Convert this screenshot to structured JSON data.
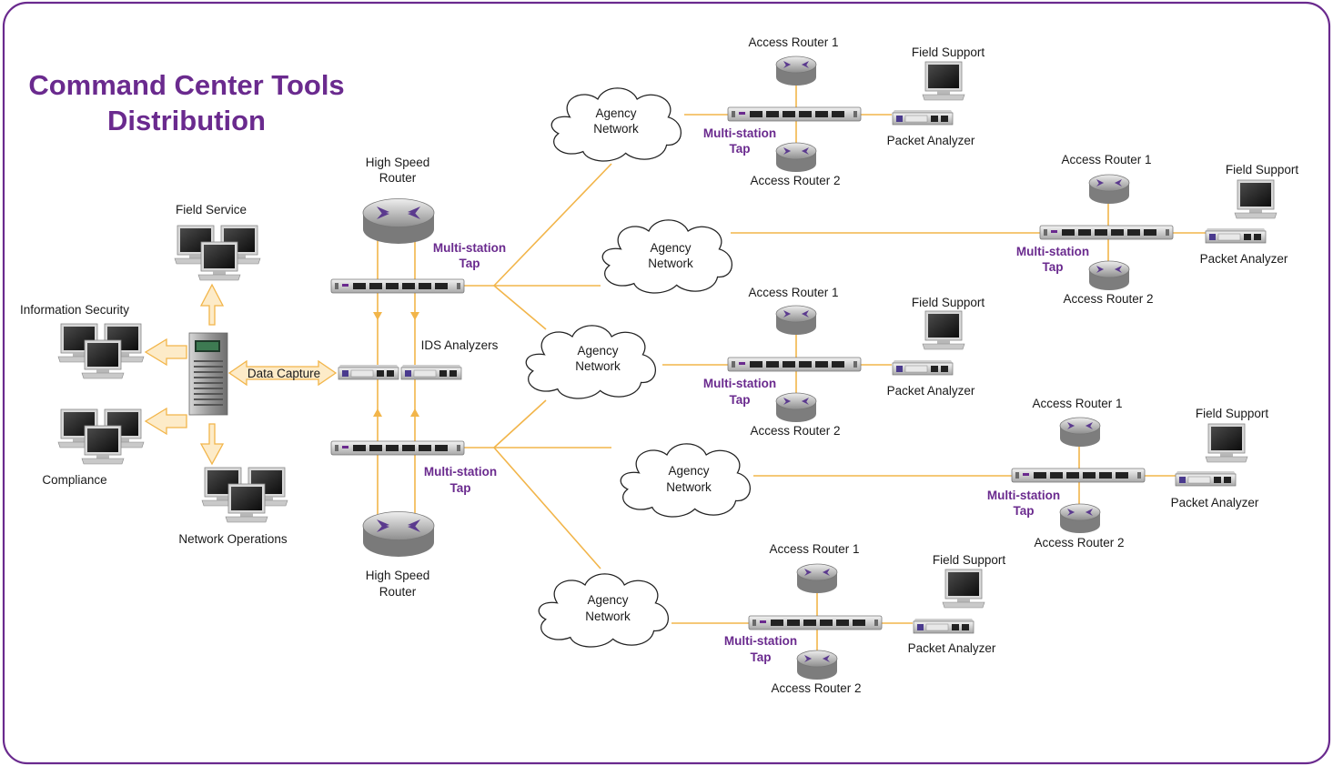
{
  "title": {
    "line1": "Command Center Tools",
    "line2": "Distribution"
  },
  "colors": {
    "border": "#6a2a8e",
    "accent_text": "#6a2a8e",
    "link": "#f2b54a",
    "arrow_fill": "#fdebc8"
  },
  "center": {
    "field_service": "Field Service",
    "information_security": "Information Security",
    "compliance": "Compliance",
    "network_operations": "Network Operations",
    "data_capture": "Data Capture"
  },
  "core": {
    "router_top": [
      "High Speed",
      "Router"
    ],
    "router_bottom": [
      "High Speed",
      "Router"
    ],
    "tap_top": [
      "Multi-station",
      "Tap"
    ],
    "tap_bottom": [
      "Multi-station",
      "Tap"
    ],
    "ids": "IDS Analyzers"
  },
  "agencies": [
    {
      "network": [
        "Agency",
        "Network"
      ],
      "router1": "Access Router 1",
      "router2": "Access Router 2",
      "tap": [
        "Multi-station",
        "Tap"
      ],
      "support": "Field Support",
      "analyzer": "Packet Analyzer"
    },
    {
      "network": [
        "Agency",
        "Network"
      ],
      "router1": "Access Router 1",
      "router2": "Access Router 2",
      "tap": [
        "Multi-station",
        "Tap"
      ],
      "support": "Field Support",
      "analyzer": "Packet Analyzer"
    },
    {
      "network": [
        "Agency",
        "Network"
      ],
      "router1": "Access Router 1",
      "router2": "Access Router 2",
      "tap": [
        "Multi-station",
        "Tap"
      ],
      "support": "Field Support",
      "analyzer": "Packet Analyzer"
    },
    {
      "network": [
        "Agency",
        "Network"
      ],
      "router1": "Access Router 1",
      "router2": "Access Router 2",
      "tap": [
        "Multi-station",
        "Tap"
      ],
      "support": "Field Support",
      "analyzer": "Packet Analyzer"
    },
    {
      "network": [
        "Agency",
        "Network"
      ],
      "router1": "Access Router 1",
      "router2": "Access Router 2",
      "tap": [
        "Multi-station",
        "Tap"
      ],
      "support": "Field Support",
      "analyzer": "Packet Analyzer"
    }
  ]
}
